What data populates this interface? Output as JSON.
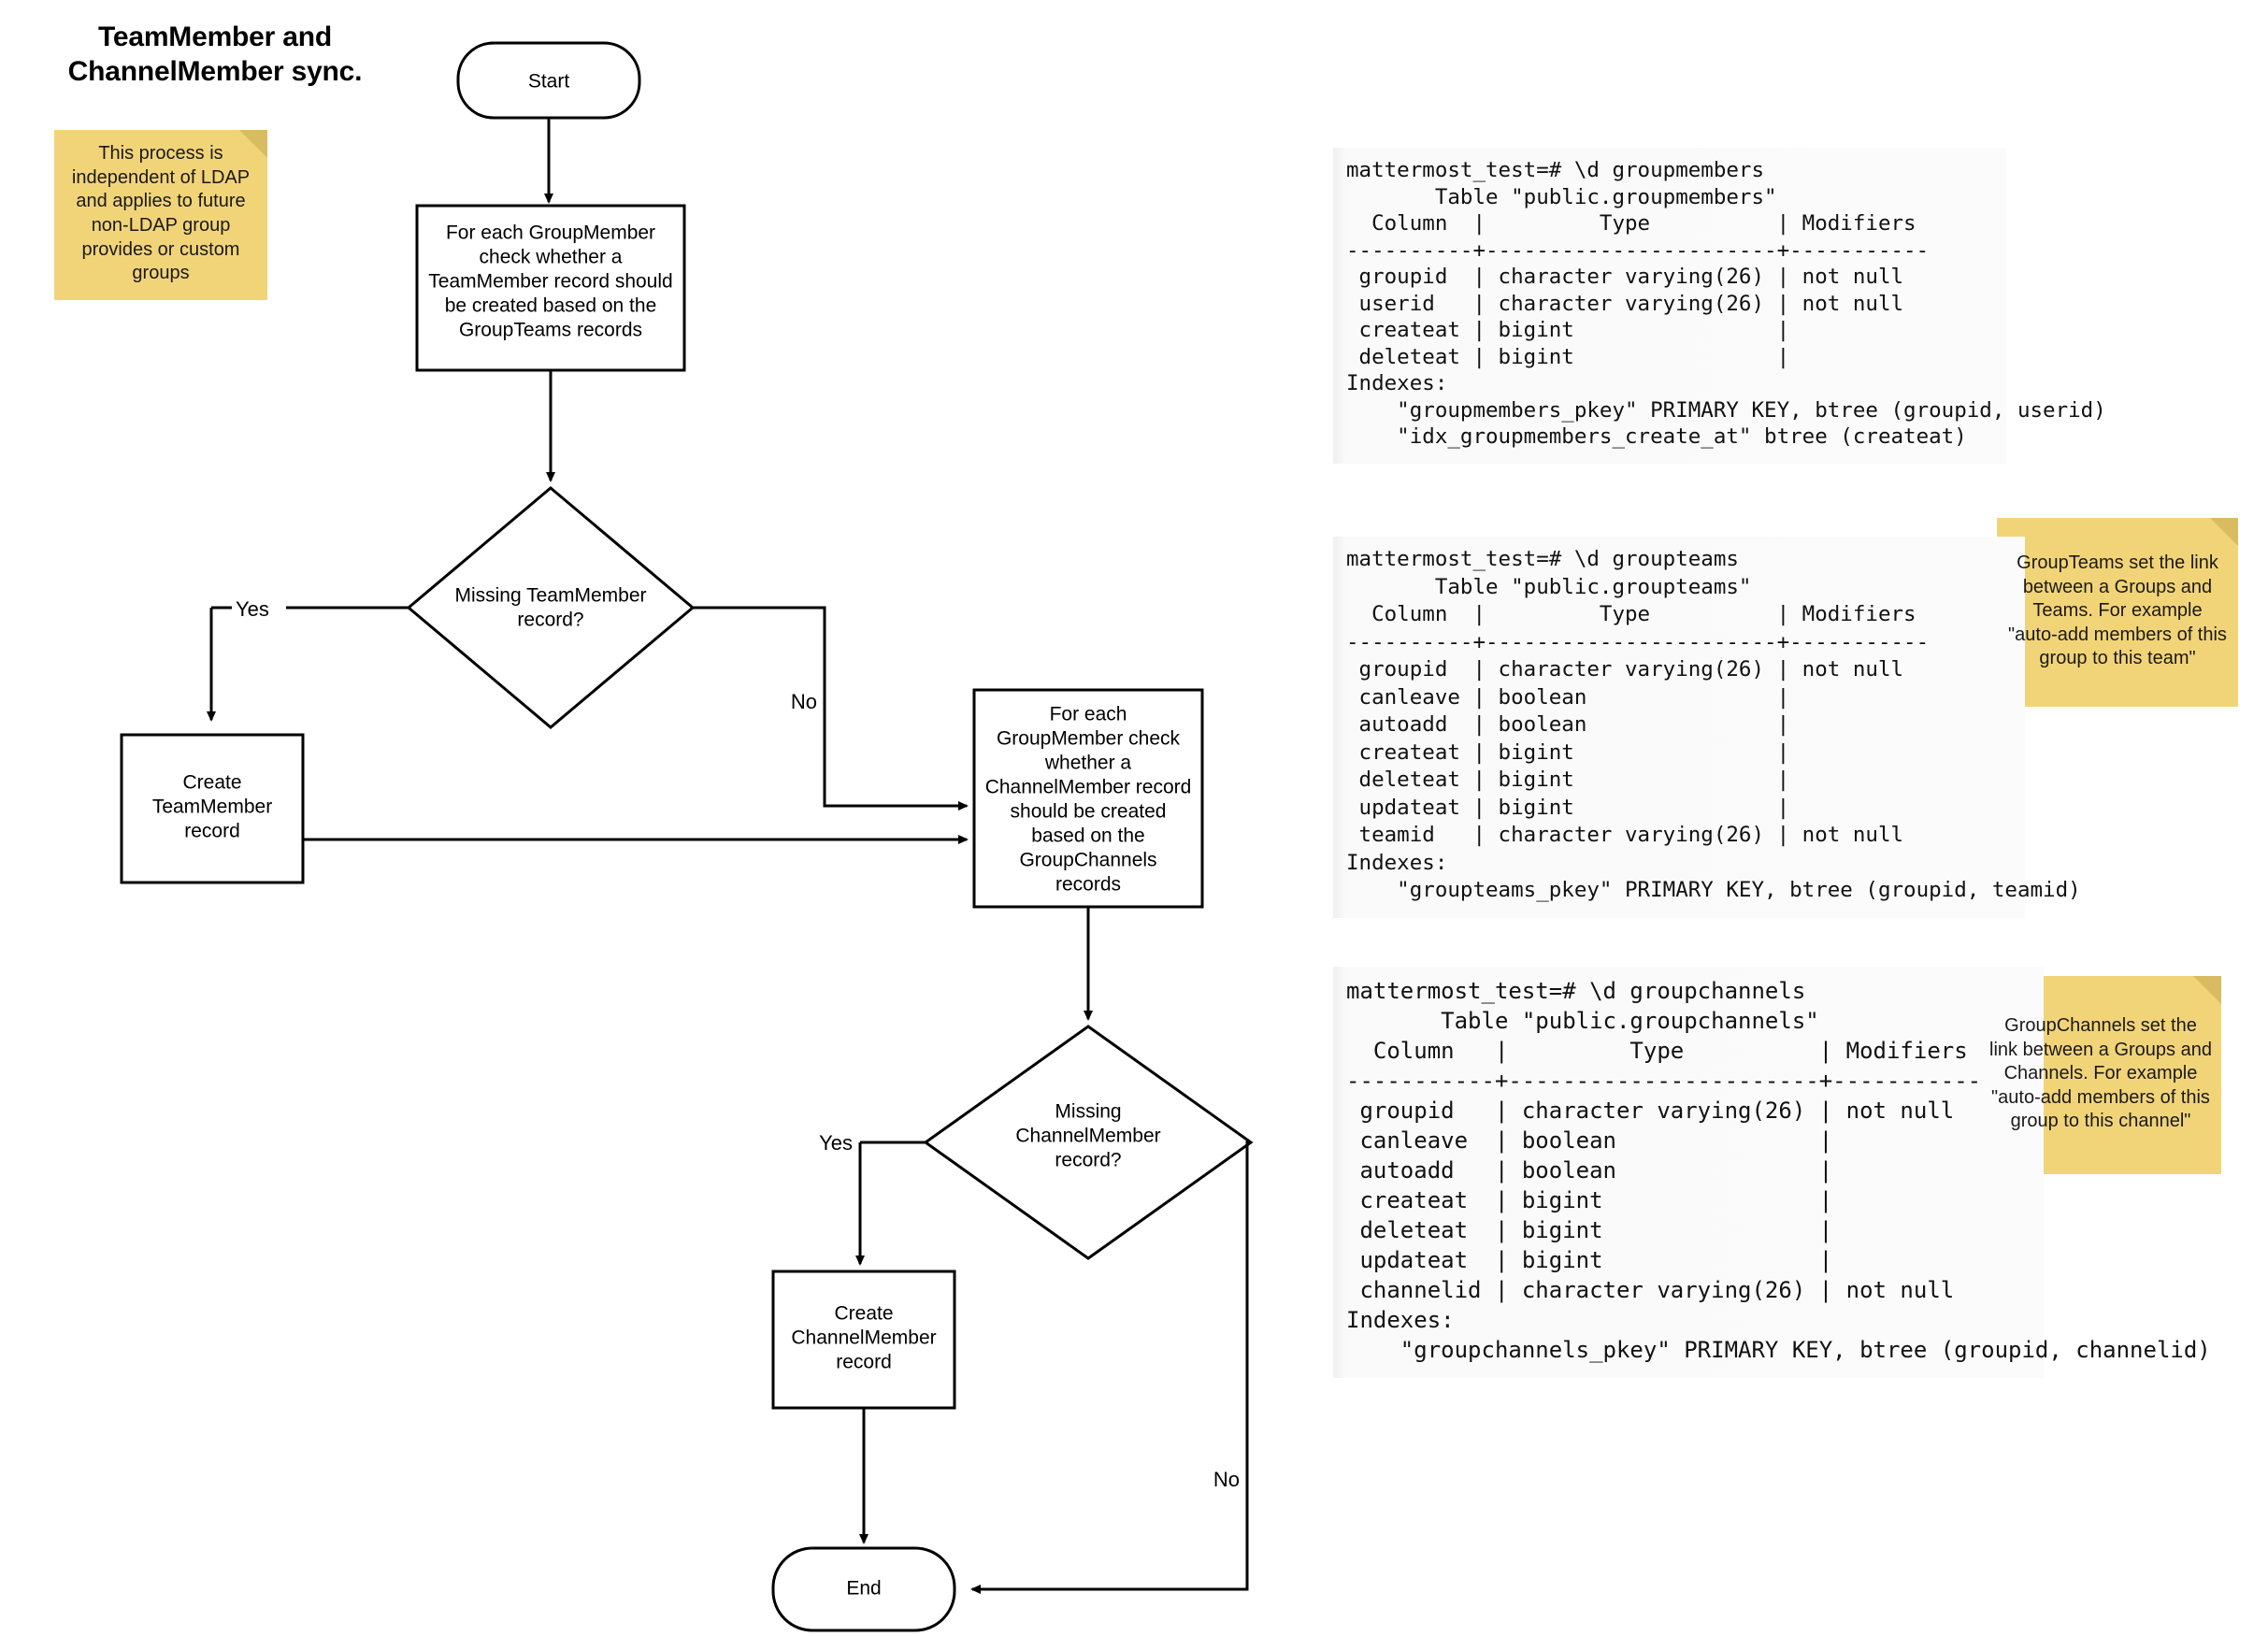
{
  "title": {
    "line1": "TeamMember and",
    "line2": "ChannelMember sync."
  },
  "notes": {
    "ldap": "This process is independent of LDAP and applies to future non-LDAP group provides or custom groups",
    "groupteams": "GroupTeams set the link between a Groups and Teams. For example \"auto-add members of this group to this team\"",
    "groupchannels": "GroupChannels set the link between a Groups and Channels. For example \"auto-add members of this group to this channel\""
  },
  "flow": {
    "start": "Start",
    "end": "End",
    "process_teammember_l1": "For each GroupMember",
    "process_teammember_l2": "check whether a",
    "process_teammember_l3": "TeamMember record should",
    "process_teammember_l4": "be created based on the",
    "process_teammember_l5": "GroupTeams records",
    "decision_teammember_l1": "Missing TeamMember",
    "decision_teammember_l2": "record?",
    "create_teammember_l1": "Create",
    "create_teammember_l2": "TeamMember",
    "create_teammember_l3": "record",
    "process_channelmember_l1": "For each",
    "process_channelmember_l2": "GroupMember check",
    "process_channelmember_l3": "whether a",
    "process_channelmember_l4": "ChannelMember record",
    "process_channelmember_l5": "should be created",
    "process_channelmember_l6": "based on the",
    "process_channelmember_l7": "GroupChannels",
    "process_channelmember_l8": "records",
    "decision_channelmember_l1": "Missing",
    "decision_channelmember_l2": "ChannelMember",
    "decision_channelmember_l3": "record?",
    "create_channelmember_l1": "Create",
    "create_channelmember_l2": "ChannelMember",
    "create_channelmember_l3": "record",
    "label_yes_1": "Yes",
    "label_no_1": "No",
    "label_yes_2": "Yes",
    "label_no_2": "No"
  },
  "sql": {
    "groupmembers": "mattermost_test=# \\d groupmembers\n       Table \"public.groupmembers\"\n  Column  |         Type          | Modifiers\n----------+-----------------------+-----------\n groupid  | character varying(26) | not null\n userid   | character varying(26) | not null\n createat | bigint                |\n deleteat | bigint                |\nIndexes:\n    \"groupmembers_pkey\" PRIMARY KEY, btree (groupid, userid)\n    \"idx_groupmembers_create_at\" btree (createat)",
    "groupteams": "mattermost_test=# \\d groupteams\n       Table \"public.groupteams\"\n  Column  |         Type          | Modifiers\n----------+-----------------------+-----------\n groupid  | character varying(26) | not null\n canleave | boolean               |\n autoadd  | boolean               |\n createat | bigint                |\n deleteat | bigint                |\n updateat | bigint                |\n teamid   | character varying(26) | not null\nIndexes:\n    \"groupteams_pkey\" PRIMARY KEY, btree (groupid, teamid)",
    "groupchannels": "mattermost_test=# \\d groupchannels\n       Table \"public.groupchannels\"\n  Column   |         Type          | Modifiers\n-----------+-----------------------+-----------\n groupid   | character varying(26) | not null\n canleave  | boolean               |\n autoadd   | boolean               |\n createat  | bigint                |\n deleteat  | bigint                |\n updateat  | bigint                |\n channelid | character varying(26) | not null\nIndexes:\n    \"groupchannels_pkey\" PRIMARY KEY, btree (groupid, channelid)"
  },
  "colors": {
    "sticky_bg": "#f2d478",
    "sticky_fold": "#d9bb61",
    "stroke": "#000000",
    "terminal_bg": "#fafafa"
  }
}
